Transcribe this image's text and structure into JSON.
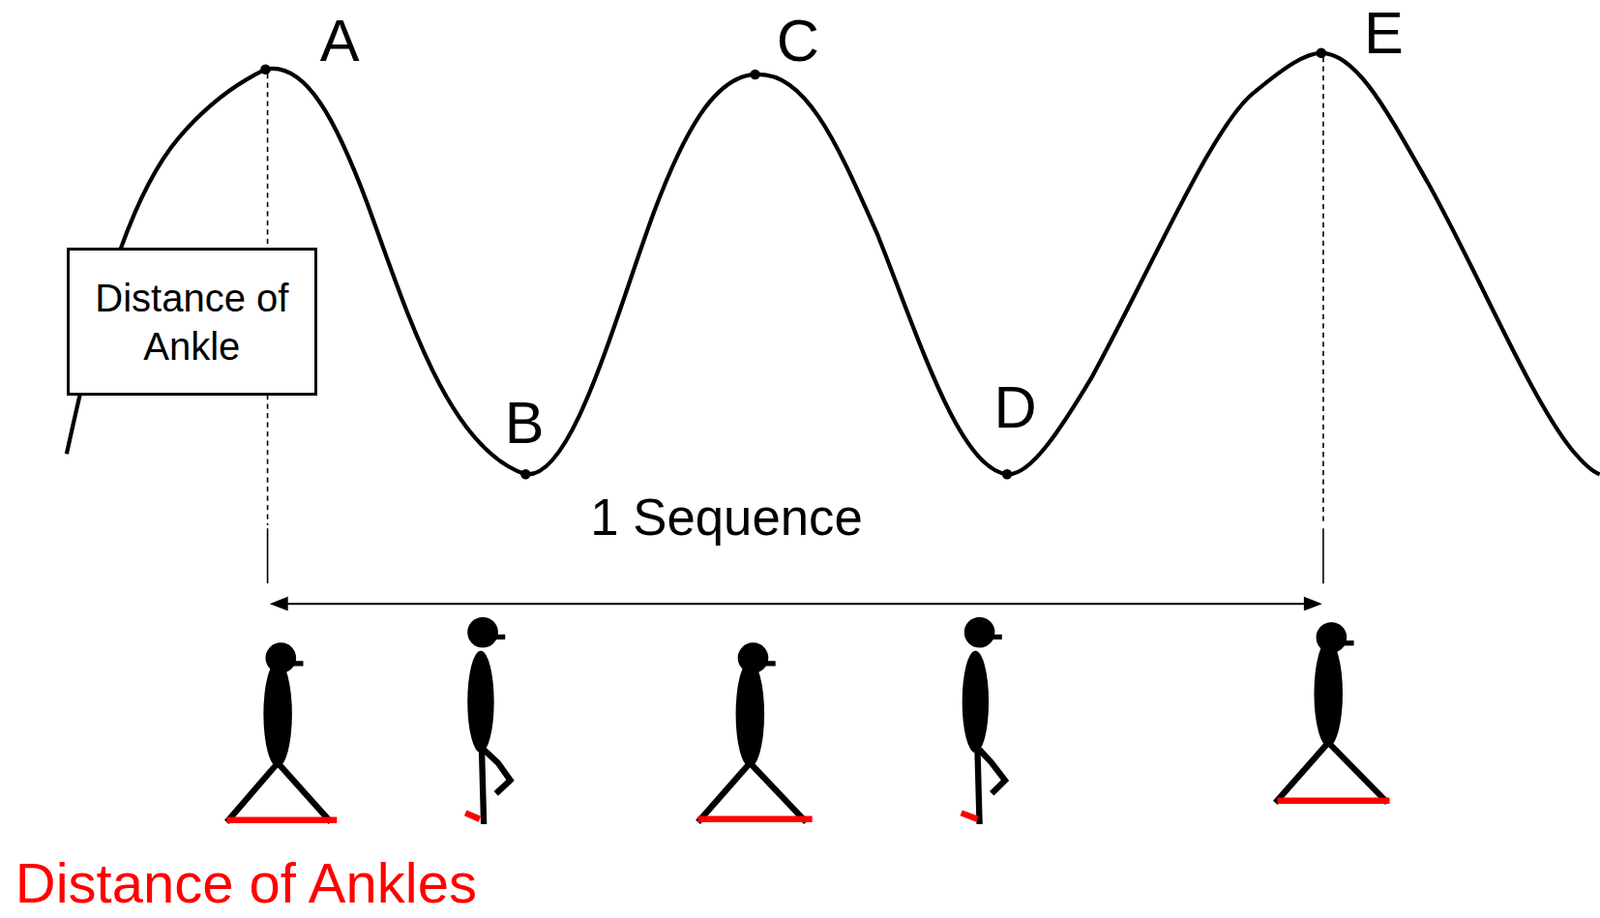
{
  "diagram": {
    "nodes": [
      {
        "text": [
          "Distance of Ankle"
        ]
      }
    ],
    "labels": [
      "A",
      "B",
      "C",
      "D",
      "E",
      "1 Sequence",
      "Distance of Ankles"
    ]
  }
}
